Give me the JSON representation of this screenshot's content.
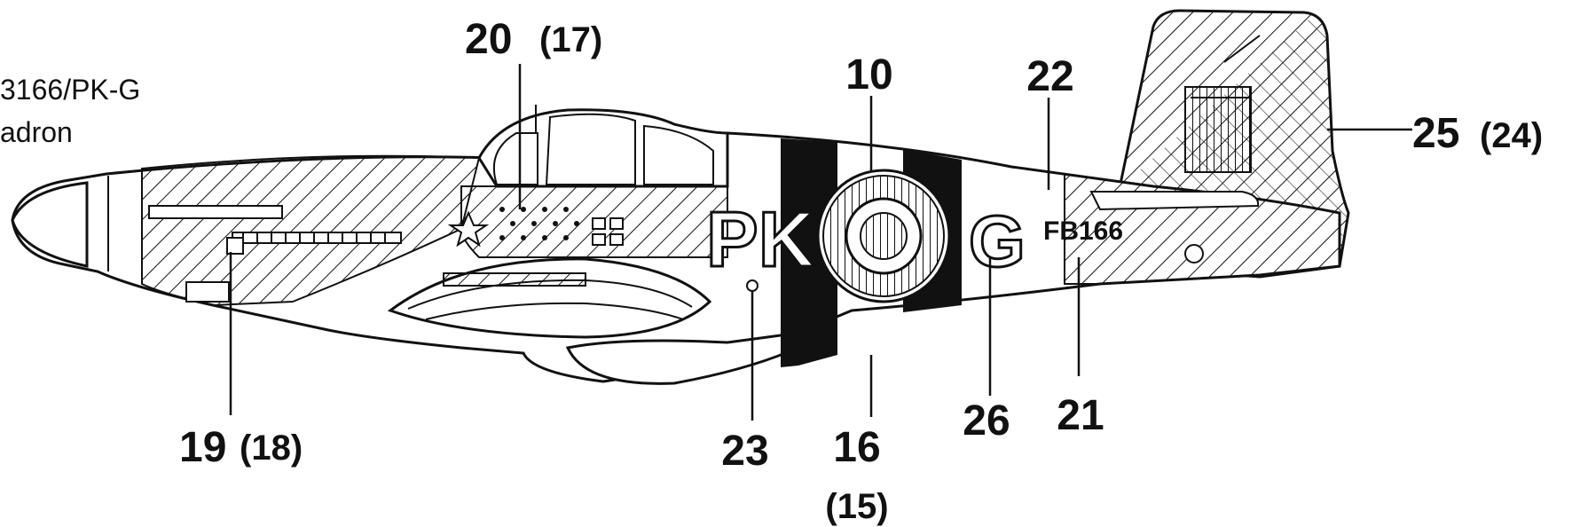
{
  "caption": {
    "line1": "3166/PK-G",
    "line2": "adron"
  },
  "fuselage": {
    "squadron_code": "PK",
    "aircraft_letter": "G",
    "serial": "FB166"
  },
  "callouts": {
    "c20": "20",
    "c17": "(17)",
    "c10": "10",
    "c22": "22",
    "c25": "25",
    "c24": "(24)",
    "c19": "19",
    "c18": "(18)",
    "c23": "23",
    "c16": "16",
    "c15": "(15)",
    "c26": "26",
    "c21": "21"
  },
  "colors": {
    "ink": "#111111",
    "paper": "#ffffff"
  }
}
